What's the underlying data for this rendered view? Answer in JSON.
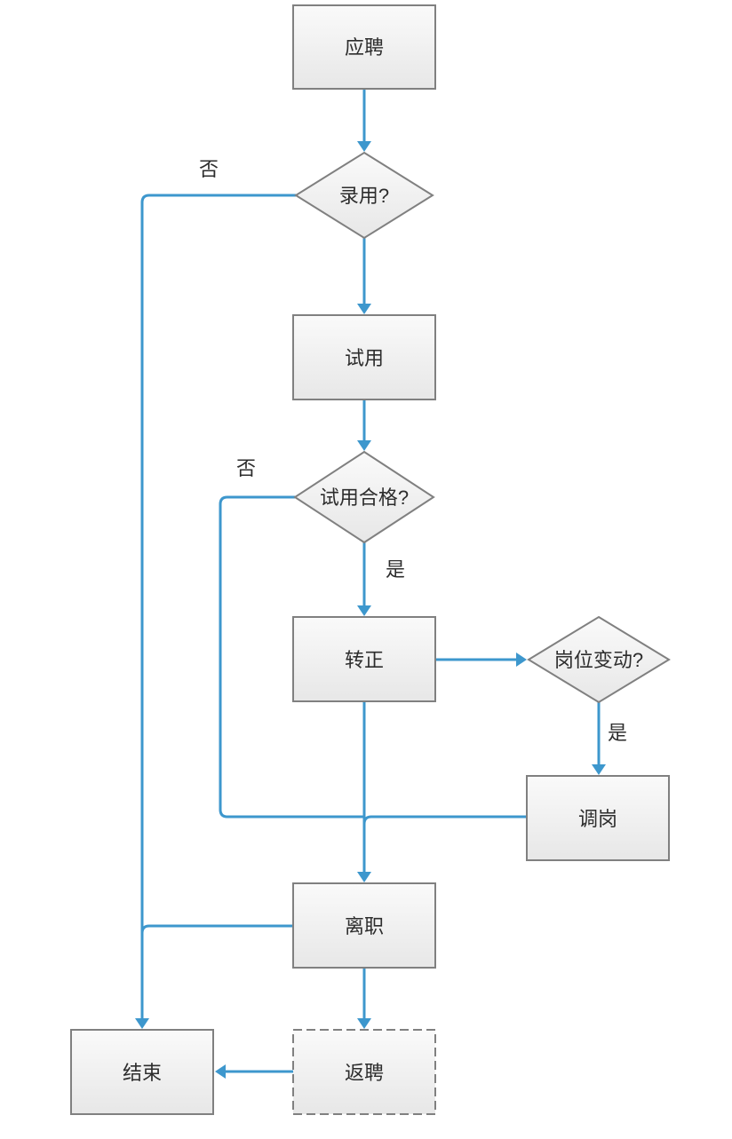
{
  "diagram": {
    "type": "flowchart",
    "language": "zh-CN",
    "background_color": "#ffffff",
    "edge_color": "#3d97cd",
    "node_border_color": "#808080",
    "node_fill_top": "#fafafa",
    "node_fill_bottom": "#e7e7e7",
    "text_color": "#2d2d2d",
    "nodes": [
      {
        "id": "apply",
        "shape": "rectangle",
        "label": "应聘"
      },
      {
        "id": "hired",
        "shape": "diamond",
        "label": "录用?"
      },
      {
        "id": "trial",
        "shape": "rectangle",
        "label": "试用"
      },
      {
        "id": "trial-qualified",
        "shape": "diamond",
        "label": "试用合格?"
      },
      {
        "id": "regularization",
        "shape": "rectangle",
        "label": "转正"
      },
      {
        "id": "position-change",
        "shape": "diamond",
        "label": "岗位变动?"
      },
      {
        "id": "transfer",
        "shape": "rectangle",
        "label": "调岗"
      },
      {
        "id": "resign",
        "shape": "rectangle",
        "label": "离职"
      },
      {
        "id": "rehire",
        "shape": "rectangle-dashed",
        "label": "返聘"
      },
      {
        "id": "end",
        "shape": "rectangle",
        "label": "结束"
      }
    ],
    "edges": [
      {
        "from": "apply",
        "to": "hired",
        "label": ""
      },
      {
        "from": "hired",
        "to": "trial",
        "label": ""
      },
      {
        "from": "hired",
        "to": "end",
        "label": "否"
      },
      {
        "from": "trial",
        "to": "trial-qualified",
        "label": ""
      },
      {
        "from": "trial-qualified",
        "to": "regularization",
        "label": "是"
      },
      {
        "from": "trial-qualified",
        "to": "resign",
        "label": "否"
      },
      {
        "from": "regularization",
        "to": "position-change",
        "label": ""
      },
      {
        "from": "regularization",
        "to": "resign",
        "label": ""
      },
      {
        "from": "position-change",
        "to": "transfer",
        "label": "是"
      },
      {
        "from": "transfer",
        "to": "resign",
        "label": ""
      },
      {
        "from": "resign",
        "to": "end",
        "label": ""
      },
      {
        "from": "resign",
        "to": "rehire",
        "label": ""
      },
      {
        "from": "rehire",
        "to": "end",
        "label": ""
      }
    ]
  }
}
